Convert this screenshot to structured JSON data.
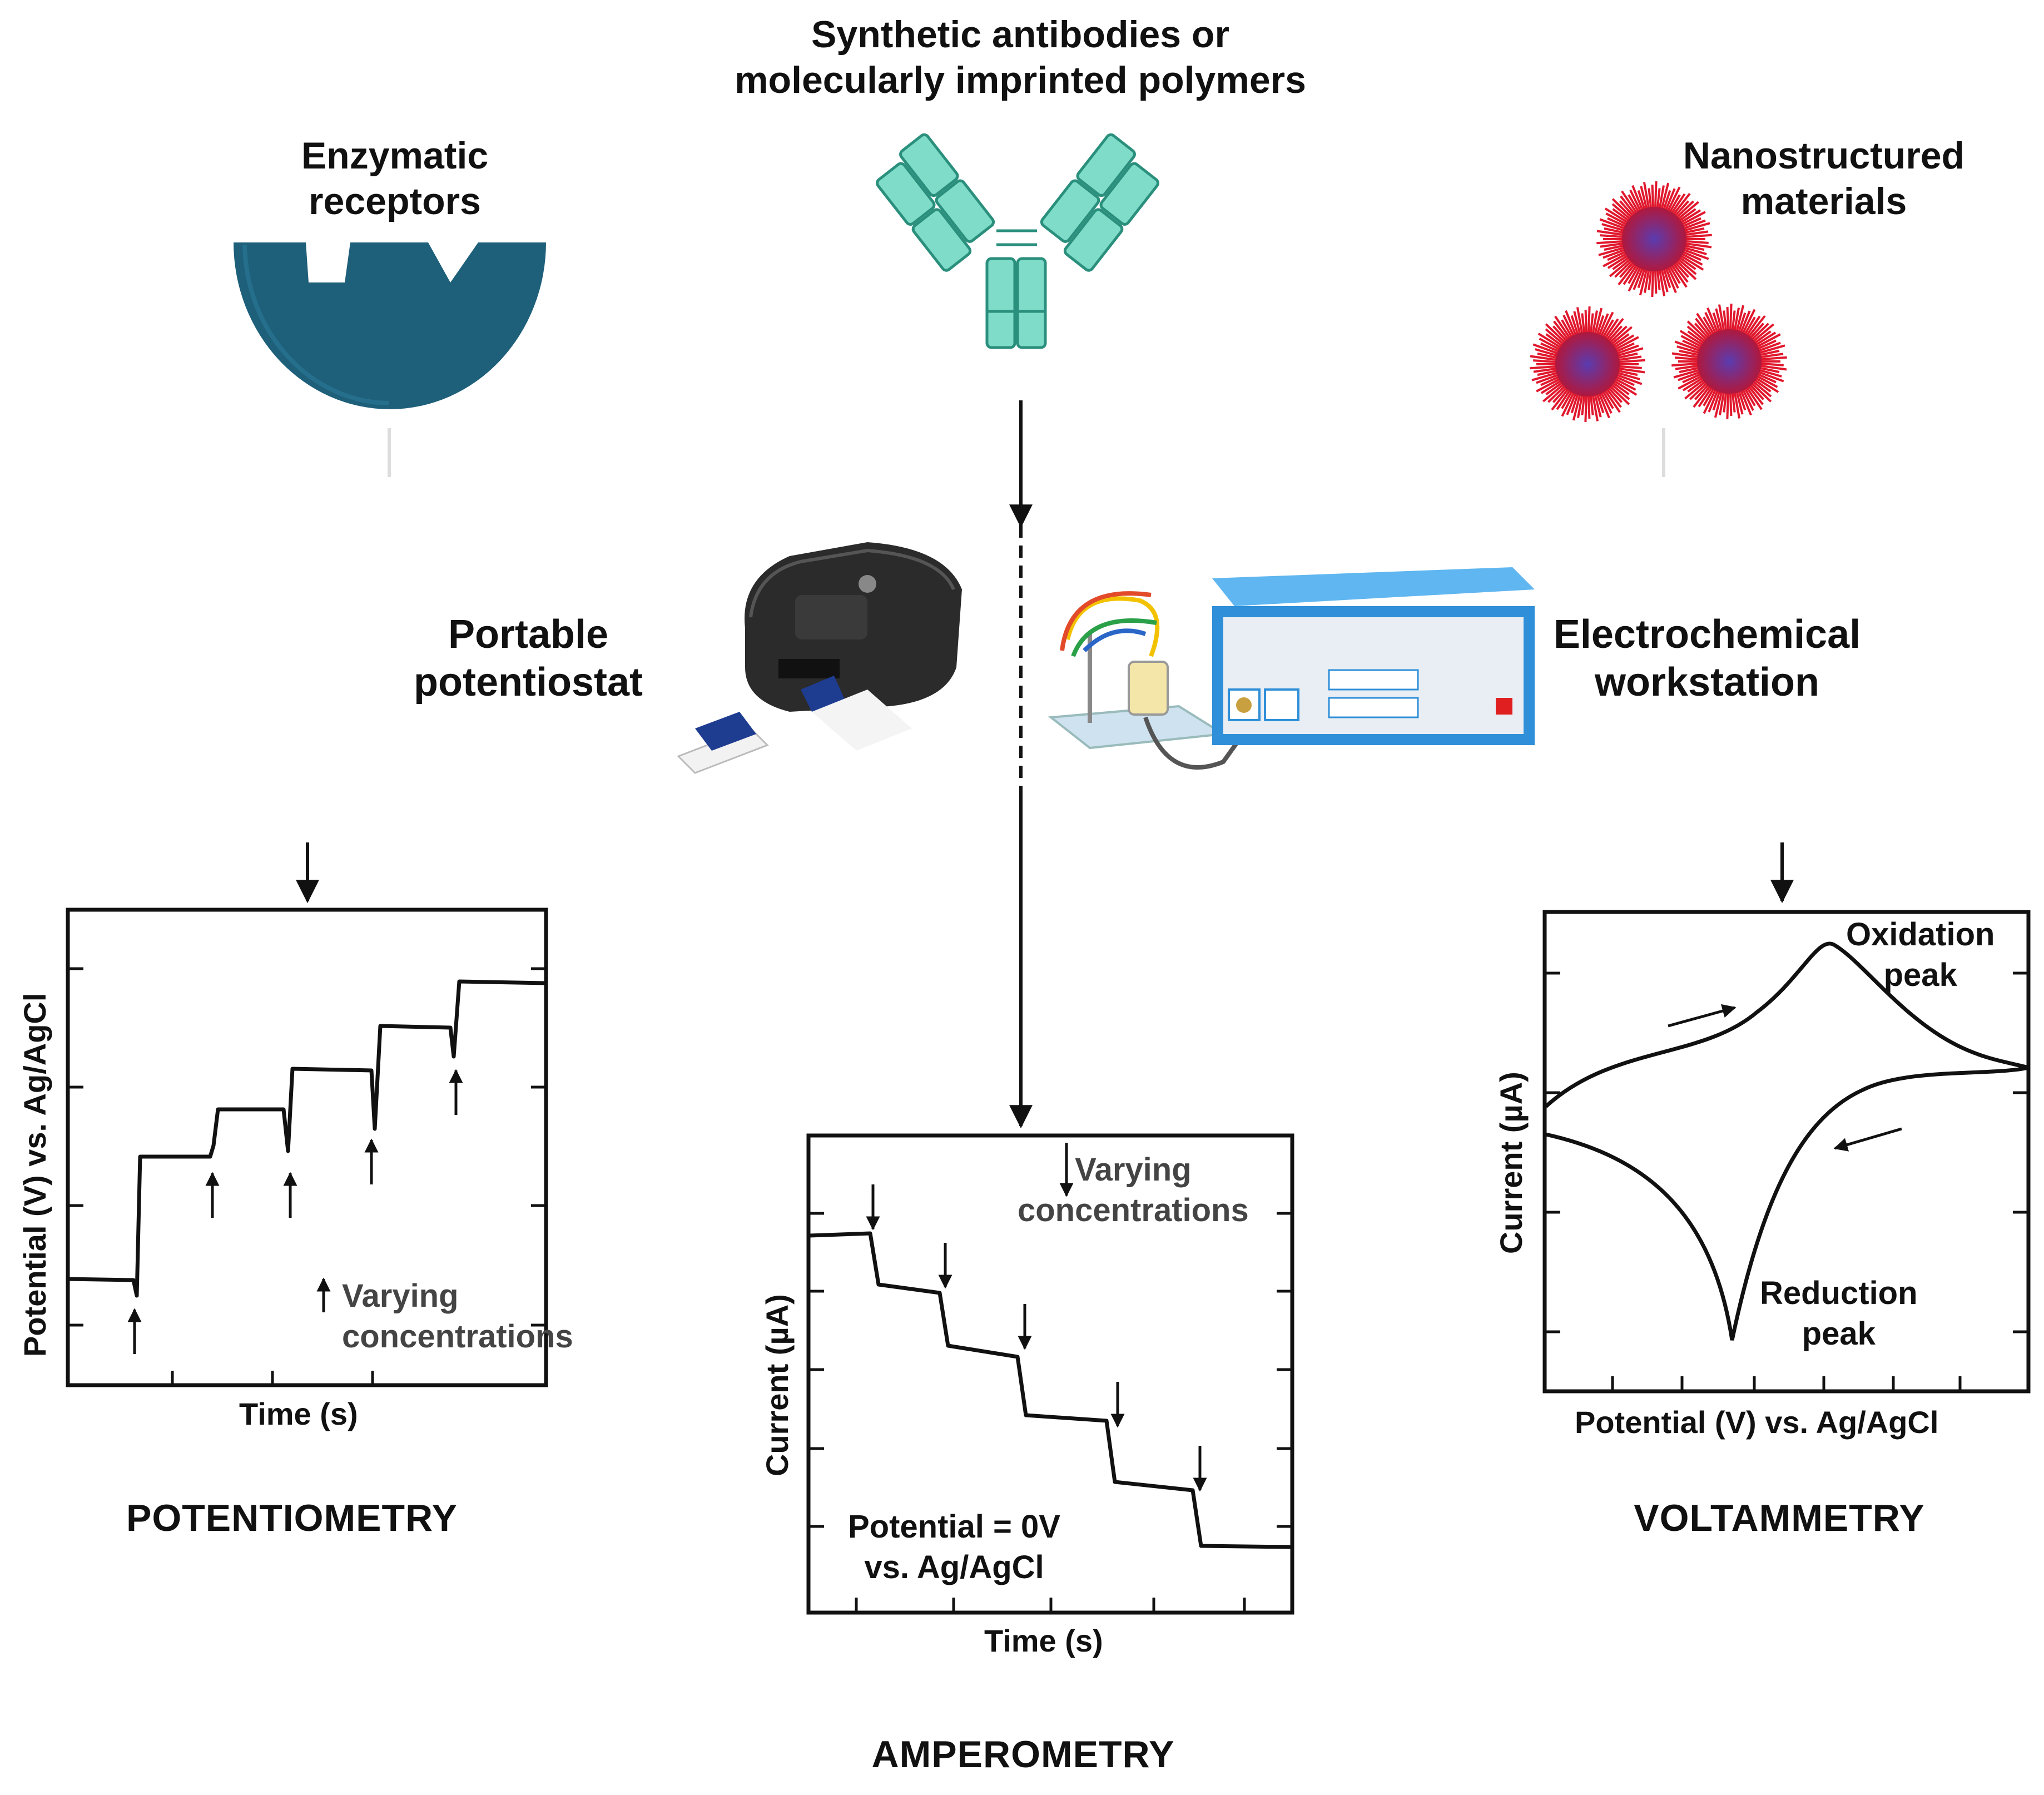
{
  "receptors": {
    "enzymatic": "Enzymatic\nreceptors",
    "synthetic": "Synthetic antibodies or\nmolecularly imprinted polymers",
    "nano": "Nanostructured\nmaterials"
  },
  "instruments": {
    "portable": "Portable\npotentiostat",
    "workstation": "Electrochemical\nworkstation"
  },
  "potentiometry": {
    "title": "POTENTIOMETRY",
    "xlabel": "Time (s)",
    "ylabel": "Potential (V) vs. Ag/AgCl",
    "note": "Varying\nconcentrations"
  },
  "amperometry": {
    "title": "AMPEROMETRY",
    "xlabel": "Time (s)",
    "ylabel": "Current (µA)",
    "note": "Varying\nconcentrations",
    "potential_note": "Potential = 0V\nvs. Ag/AgCl"
  },
  "voltammetry": {
    "title": "VOLTAMMETRY",
    "xlabel": "Potential (V) vs. Ag/AgCl",
    "ylabel": "Current (µA)",
    "oxidation": "Oxidation\npeak",
    "reduction": "Reduction\npeak"
  },
  "colors": {
    "enzyme": "#1e5f7a",
    "antibody": "#7fdcc8",
    "antibody_edge": "#2a8f7c",
    "nanoparticle": "#e0182d",
    "nanoparticle_core": "#3a2a8a",
    "workstation": "#2f8fd8",
    "device": "#2b2b2b"
  }
}
